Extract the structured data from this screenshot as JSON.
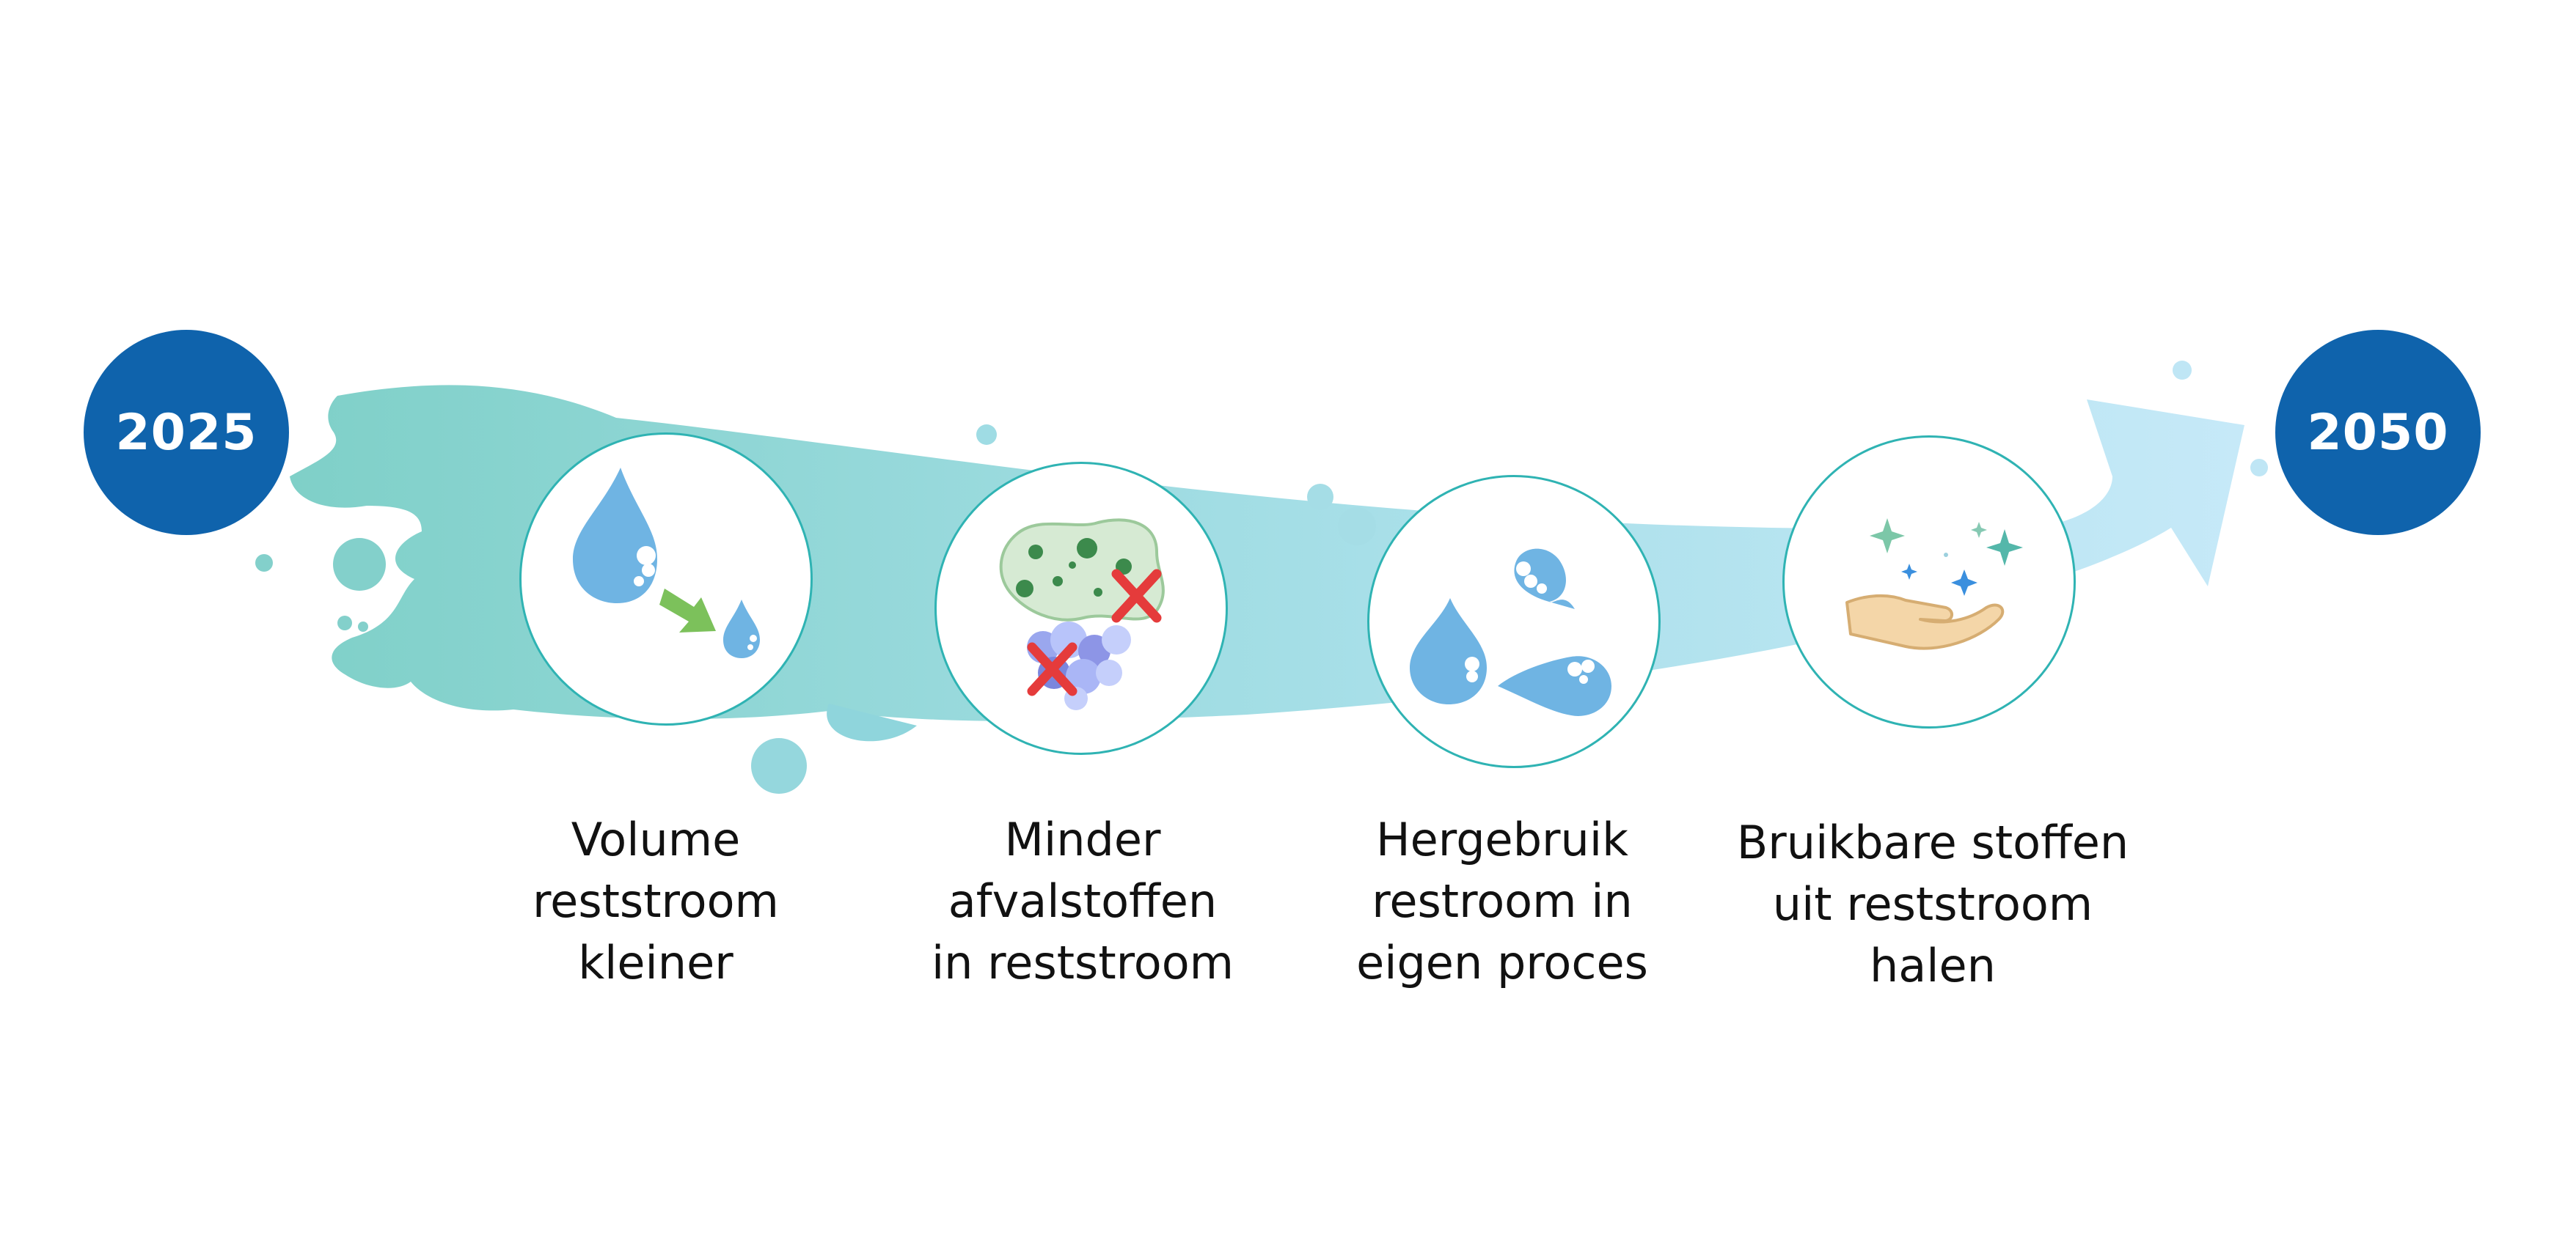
{
  "timeline": {
    "start_year": "2025",
    "end_year": "2050",
    "colors": {
      "year_circle": "#0f63ac",
      "flow_start": "#7fd0c8",
      "flow_end": "#c6e9f8",
      "circle_border": "#2fb3b3"
    }
  },
  "steps": [
    {
      "icon": "drop-shrink-icon",
      "lines": [
        "Volume",
        "reststroom",
        "kleiner"
      ]
    },
    {
      "icon": "bacteria-removed-icon",
      "lines": [
        "Minder",
        "afvalstoffen",
        "in reststroom"
      ]
    },
    {
      "icon": "drops-cycle-icon",
      "lines": [
        "Hergebruik",
        "restroom in",
        "eigen proces"
      ]
    },
    {
      "icon": "hand-sparkles-icon",
      "lines": [
        "Bruikbare stoffen",
        "uit reststroom",
        "halen"
      ]
    }
  ]
}
